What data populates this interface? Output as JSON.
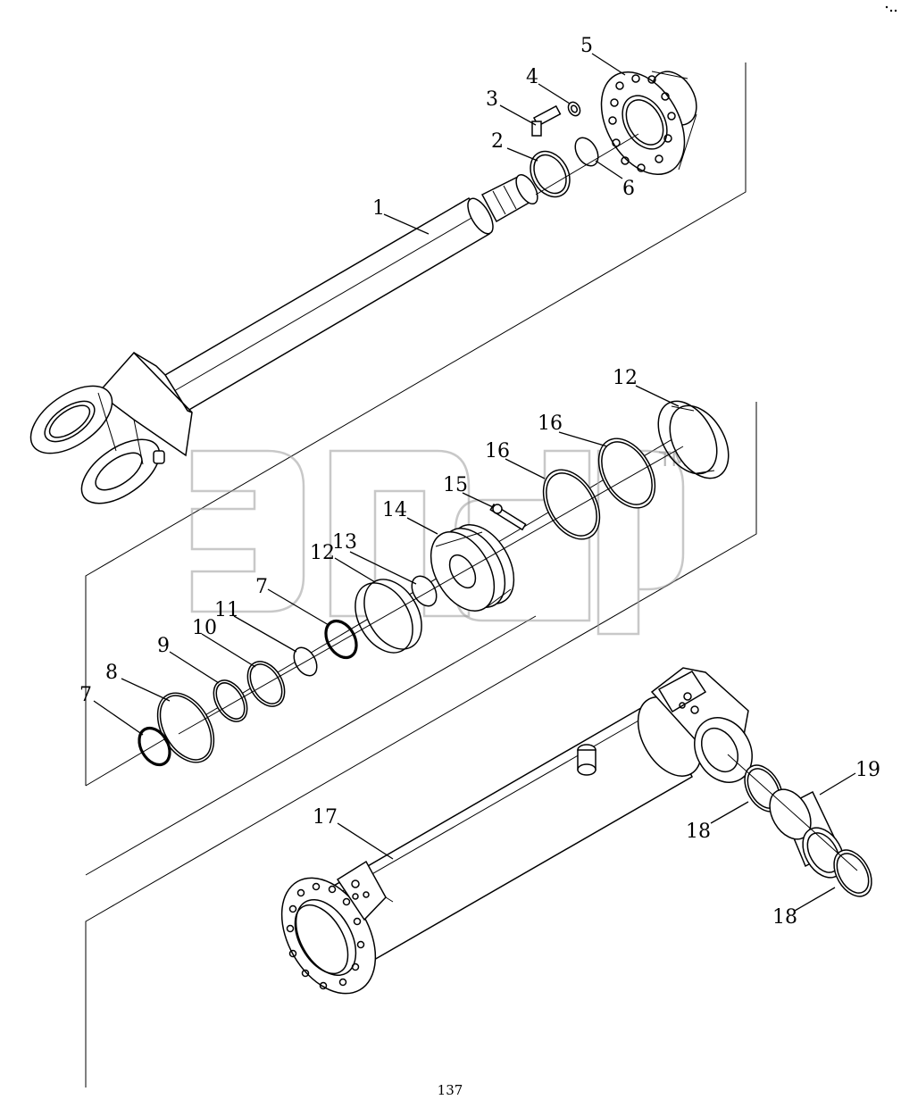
{
  "diagram": {
    "callouts": [
      {
        "id": "c5",
        "text": "5"
      },
      {
        "id": "c4",
        "text": "4"
      },
      {
        "id": "c3",
        "text": "3"
      },
      {
        "id": "c2",
        "text": "2"
      },
      {
        "id": "c6",
        "text": "6"
      },
      {
        "id": "c1",
        "text": "1"
      },
      {
        "id": "c12a",
        "text": "12"
      },
      {
        "id": "c16a",
        "text": "16"
      },
      {
        "id": "c16b",
        "text": "16"
      },
      {
        "id": "c15",
        "text": "15"
      },
      {
        "id": "c14",
        "text": "14"
      },
      {
        "id": "c13",
        "text": "13"
      },
      {
        "id": "c12b",
        "text": "12"
      },
      {
        "id": "c7a",
        "text": "7"
      },
      {
        "id": "c11",
        "text": "11"
      },
      {
        "id": "c10",
        "text": "10"
      },
      {
        "id": "c9",
        "text": "9"
      },
      {
        "id": "c8",
        "text": "8"
      },
      {
        "id": "c7b",
        "text": "7"
      },
      {
        "id": "c17",
        "text": "17"
      },
      {
        "id": "c19",
        "text": "19"
      },
      {
        "id": "c18a",
        "text": "18"
      },
      {
        "id": "c18b",
        "text": "18"
      }
    ],
    "watermark": {
      "trademark": "TM"
    },
    "page_number": "137"
  }
}
